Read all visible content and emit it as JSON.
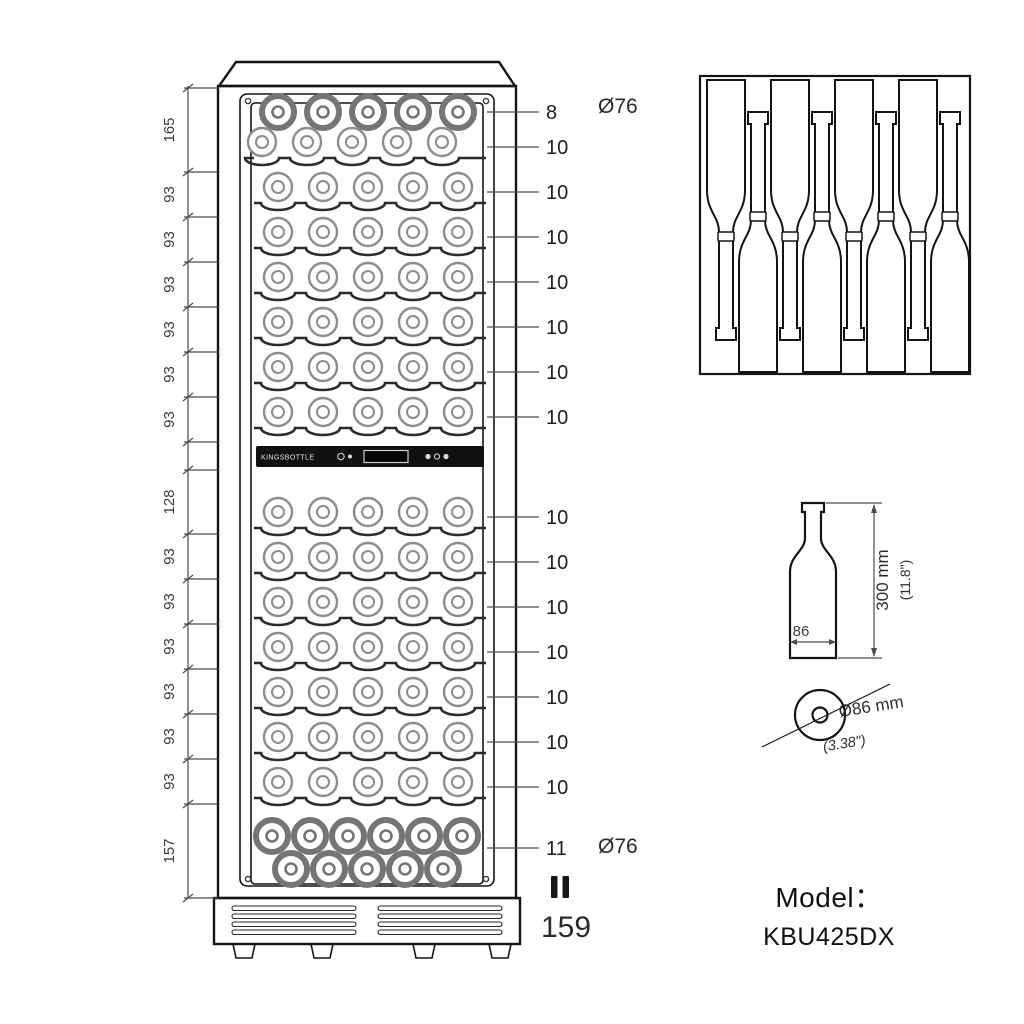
{
  "fridge": {
    "upper_zone": {
      "left_dims": [
        "165",
        "93",
        "93",
        "93",
        "93",
        "93",
        "93"
      ],
      "counts": [
        "8",
        "10",
        "10",
        "10",
        "10",
        "10",
        "10",
        "10"
      ],
      "bottle_diameter": "Ø76"
    },
    "lower_zone": {
      "left_dims": [
        "128",
        "93",
        "93",
        "93",
        "93",
        "93",
        "93",
        "157"
      ],
      "counts": [
        "10",
        "10",
        "10",
        "10",
        "10",
        "10",
        "10",
        "11"
      ],
      "bottle_diameter": "Ø76"
    },
    "total_capacity": "159",
    "brand": "KINGSBOTTLE"
  },
  "bottle_side_view": {
    "height": "300 mm",
    "height_in": "(11.8\")",
    "body_width": "86"
  },
  "bottle_top_view": {
    "diameter": "Ø86 mm",
    "diameter_in": "(3.38\")"
  },
  "model": {
    "label": "Model：",
    "value": "KBU425DX"
  }
}
